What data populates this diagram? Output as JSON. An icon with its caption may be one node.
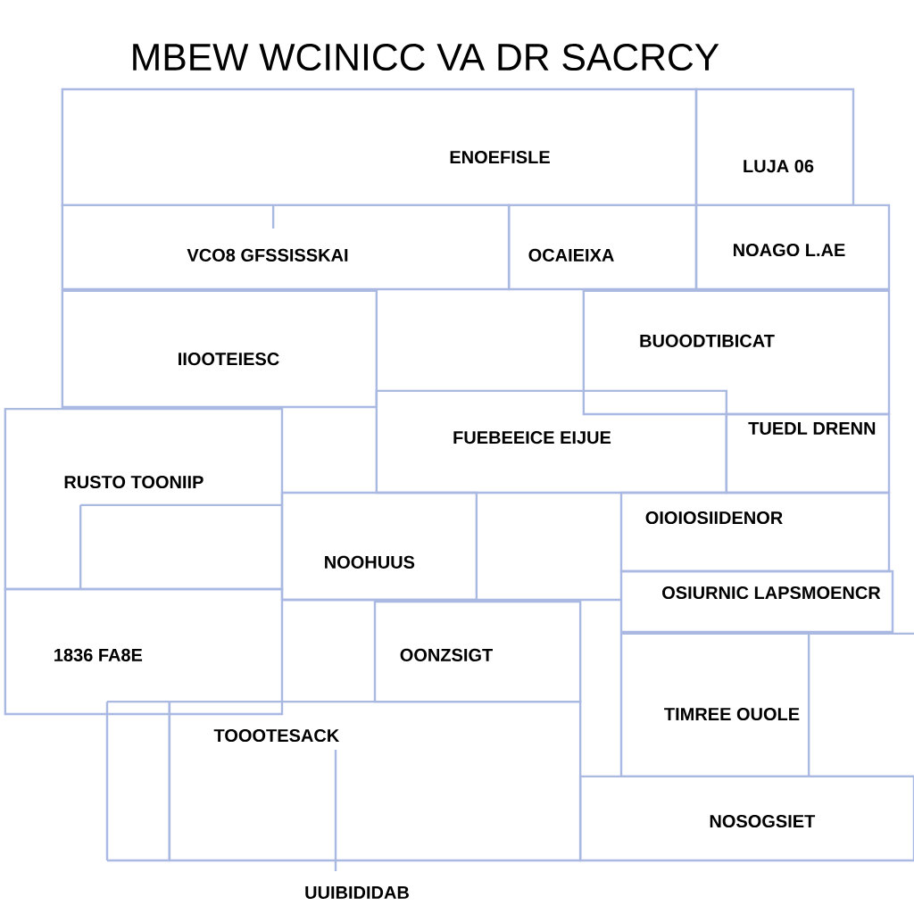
{
  "diagram": {
    "title": "MBEW WCINICC VA DR SACRCY",
    "nodes": [
      {
        "text": [
          "ENOEFISLE"
        ]
      },
      {
        "text": [
          "LUJA 06"
        ]
      },
      {
        "text": [
          "VCO8 GFSSISSKAI"
        ]
      },
      {
        "text": [
          "OCAIEIXA"
        ]
      },
      {
        "text": [
          "NOAGO L.AE"
        ]
      },
      {
        "text": [
          "IIOOTEIESC"
        ]
      },
      {
        "text": [
          "BUOODTIBICAT"
        ]
      },
      {
        "text": [
          "FUEBEEICE EIJUE"
        ]
      },
      {
        "text": [
          "TUEDL DRENN"
        ]
      },
      {
        "text": [
          "RUSTO TOONIIP"
        ]
      },
      {
        "text": [
          "NOOHUUS"
        ]
      },
      {
        "text": [
          "OIOIOSIIDENOR"
        ]
      },
      {
        "text": [
          "OSIURNIC LAPSMOENCR"
        ]
      },
      {
        "text": [
          "1836 FA8E"
        ]
      },
      {
        "text": [
          "OONZSIGT"
        ]
      },
      {
        "text": [
          "TIMREE OUOLE"
        ]
      },
      {
        "text": [
          "TOOOTESACK"
        ]
      },
      {
        "text": [
          "NOSOGSIET"
        ]
      }
    ],
    "labels": [
      "UUIBIDIDAB"
    ]
  }
}
